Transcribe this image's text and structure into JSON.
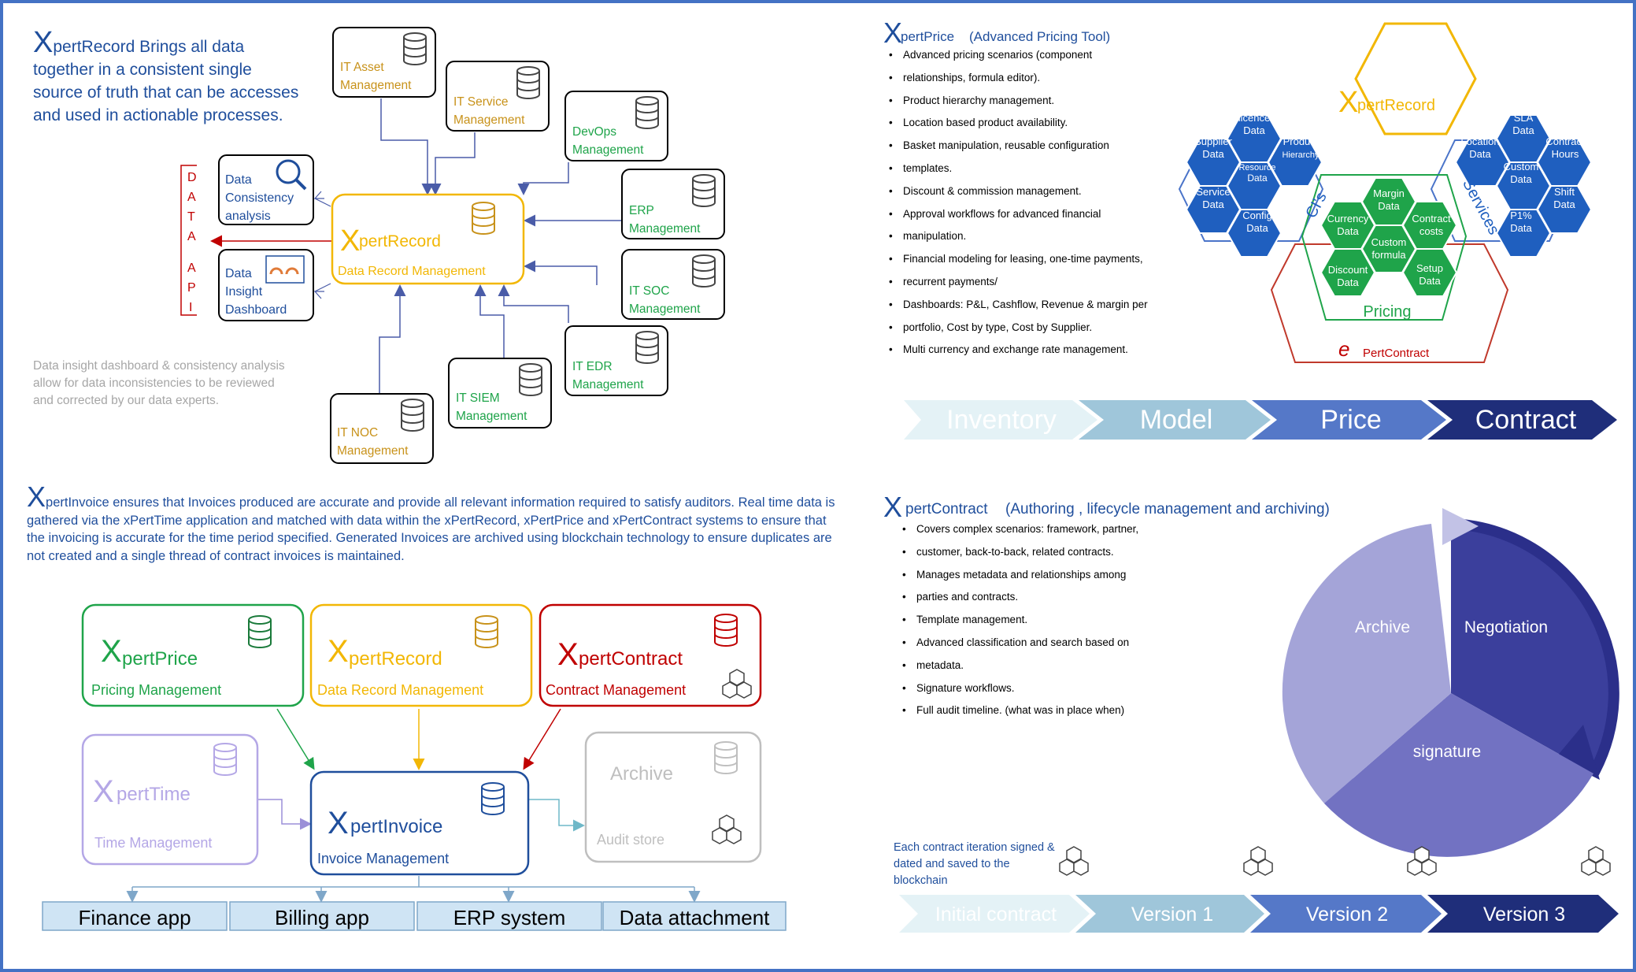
{
  "record": {
    "intro_x": "X",
    "intro_rest": "pertRecord Brings all data together in a consistent single source of truth that can be accesses and used in actionable processes.",
    "note": "Data insight dashboard & consistency analysis allow for data inconsistencies to be reviewed and corrected by our data experts.",
    "center": {
      "x": "X",
      "name": "pertRecord",
      "sub": "Data Record Management"
    },
    "data_api": [
      "D",
      "A",
      "T",
      "A",
      "A",
      "P",
      "I"
    ],
    "side_boxes": [
      {
        "l1": "Data",
        "l2": "Consistency",
        "l3": "analysis"
      },
      {
        "l1": "Data",
        "l2": "Insight",
        "l3": "Dashboard"
      }
    ],
    "sources": [
      {
        "l1": "IT Asset",
        "l2": "Management"
      },
      {
        "l1": "IT Service",
        "l2": "Management"
      },
      {
        "l1": "DevOps",
        "l2": "Management"
      },
      {
        "l1": "ERP",
        "l2": "Management"
      },
      {
        "l1": "IT SOC",
        "l2": "Management"
      },
      {
        "l1": "IT EDR",
        "l2": "Management"
      },
      {
        "l1": "IT SIEM",
        "l2": "Management"
      },
      {
        "l1": "IT NOC",
        "l2": "Management"
      }
    ]
  },
  "price": {
    "title_x": "X",
    "title_rest": "pertPrice",
    "title_paren": "(Advanced Pricing Tool)",
    "bullets": [
      "Advanced pricing scenarios (component",
      "relationships,  formula editor).",
      "Product hierarchy management.",
      "Location based product availability.",
      "Basket manipulation, reusable configuration",
      "templates.",
      "Discount & commission management.",
      "Approval workflows for advanced financial",
      "manipulation.",
      "Financial modeling for leasing, one-time payments,",
      "recurrent payments/",
      "Dashboards:  P&L,  Cashflow, Revenue & margin per",
      "portfolio, Cost by type, Cost by Supplier.",
      "Multi currency and exchange rate management."
    ],
    "hex_center": {
      "x": "X",
      "name": "pertRecord"
    },
    "ci_label": "CI's",
    "services_label": "Services",
    "pricing_label": "Pricing",
    "contract_label": "PertContract",
    "contract_mark": "e",
    "ci_cells": [
      [
        "licence",
        "Data"
      ],
      [
        "Supplier",
        "Data"
      ],
      [
        "Product",
        "Hierarchy"
      ],
      [
        "Resource",
        "Data"
      ],
      [
        "Service",
        "Data"
      ],
      [
        "Config",
        "Data"
      ]
    ],
    "service_cells": [
      [
        "SLA",
        "Data"
      ],
      [
        "Location",
        "Data"
      ],
      [
        "Contract",
        "Hours"
      ],
      [
        "Custom",
        "Data"
      ],
      [
        "P1%",
        "Data"
      ],
      [
        "Shift",
        "Data"
      ]
    ],
    "pricing_cells": [
      [
        "Margin",
        "Data"
      ],
      [
        "Currency",
        "Data"
      ],
      [
        "Contract",
        "costs"
      ],
      [
        "Custom",
        "formula"
      ],
      [
        "Discount",
        "Data"
      ],
      [
        "Setup",
        "Data"
      ]
    ],
    "chevrons": [
      "Inventory",
      "Model",
      "Price",
      "Contract"
    ]
  },
  "invoice": {
    "para_x": "X",
    "para_rest": "pertInvoice ensures that Invoices produced are accurate and provide all relevant information required to satisfy auditors. Real time data is gathered via the xPertTime application and matched with data within the xPertRecord, xPertPrice and xPertContract systems to ensure that the invoicing is accurate for the time period specified. Generated Invoices are archived using blockchain technology to ensure duplicates are not created and a single thread of contract invoices is maintained.",
    "boxes": {
      "price": {
        "x": "X",
        "name": "pertPrice",
        "sub": "Pricing Management"
      },
      "record": {
        "x": "X",
        "name": "pertRecord",
        "sub": "Data Record Management"
      },
      "contract": {
        "x": "X",
        "name": "pertContract",
        "sub": "Contract Management"
      },
      "time": {
        "x": "X",
        "name": "pertTime",
        "sub": "Time Management"
      },
      "invoice": {
        "x": "X",
        "name": "pertInvoice",
        "sub": "Invoice Management"
      },
      "archive": {
        "name": "Archive",
        "sub": "Audit store"
      }
    },
    "outputs": [
      "Finance app",
      "Billing app",
      "ERP system",
      "Data attachment"
    ]
  },
  "contract": {
    "title_x": "X",
    "title_rest": "pertContract",
    "title_paren": "(Authoring , lifecycle management and archiving)",
    "bullets": [
      "Covers complex scenarios: framework, partner,",
      "customer, back-to-back, related contracts.",
      "Manages metadata and relationships among",
      "parties and contracts.",
      "Template management.",
      "Advanced classification and search based on",
      "metadata.",
      "Signature workflows.",
      "Full audit timeline. (what was in place when)"
    ],
    "cycle": [
      "Archive",
      "Negotiation",
      "signature"
    ],
    "note": "Each contract iteration signed & dated and saved to the blockchain",
    "versions": [
      "Initial contract",
      "Version 1",
      "Version 2",
      "Version 3"
    ]
  },
  "colors": {
    "blue": "#1f4e9c",
    "gold": "#f2b705",
    "green": "#1fa44a",
    "red": "#c00000",
    "purple": "#b4a7e6",
    "grey": "#bfbfbf"
  }
}
